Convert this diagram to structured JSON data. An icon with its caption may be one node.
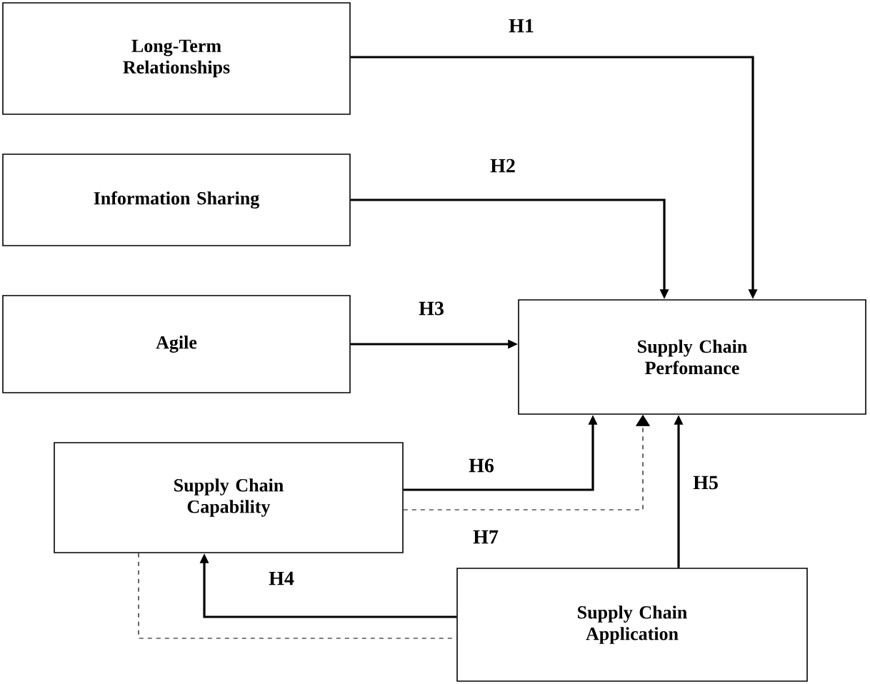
{
  "diagram": {
    "nodes": [
      {
        "text": [
          "Long-Term Relationships"
        ]
      },
      {
        "text": [
          "Information Sharing"
        ]
      },
      {
        "text": [
          "Agile"
        ]
      },
      {
        "text": [
          "Supply Chain Perfomance"
        ]
      },
      {
        "text": [
          "Supply Chain Capability"
        ]
      },
      {
        "text": [
          "Supply Chain Application"
        ]
      }
    ],
    "edges": [
      {
        "from": 0,
        "to": 3,
        "arrow": "to",
        "label": "H1"
      },
      {
        "from": 1,
        "to": 3,
        "arrow": "to",
        "label": "H2"
      },
      {
        "from": 2,
        "to": 3,
        "arrow": "to",
        "label": "H3"
      },
      {
        "from": 4,
        "to": 3,
        "arrow": "to",
        "label": "H6"
      },
      {
        "from": 4,
        "to": 3,
        "arrow": "to",
        "label": "H7",
        "style": "dashed"
      },
      {
        "from": 5,
        "to": 3,
        "arrow": "to",
        "label": "H5"
      },
      {
        "from": 5,
        "to": 4,
        "arrow": "to",
        "label": "H4"
      },
      {
        "from": 4,
        "to": 5,
        "arrow": "none",
        "style": "dashed"
      }
    ]
  }
}
